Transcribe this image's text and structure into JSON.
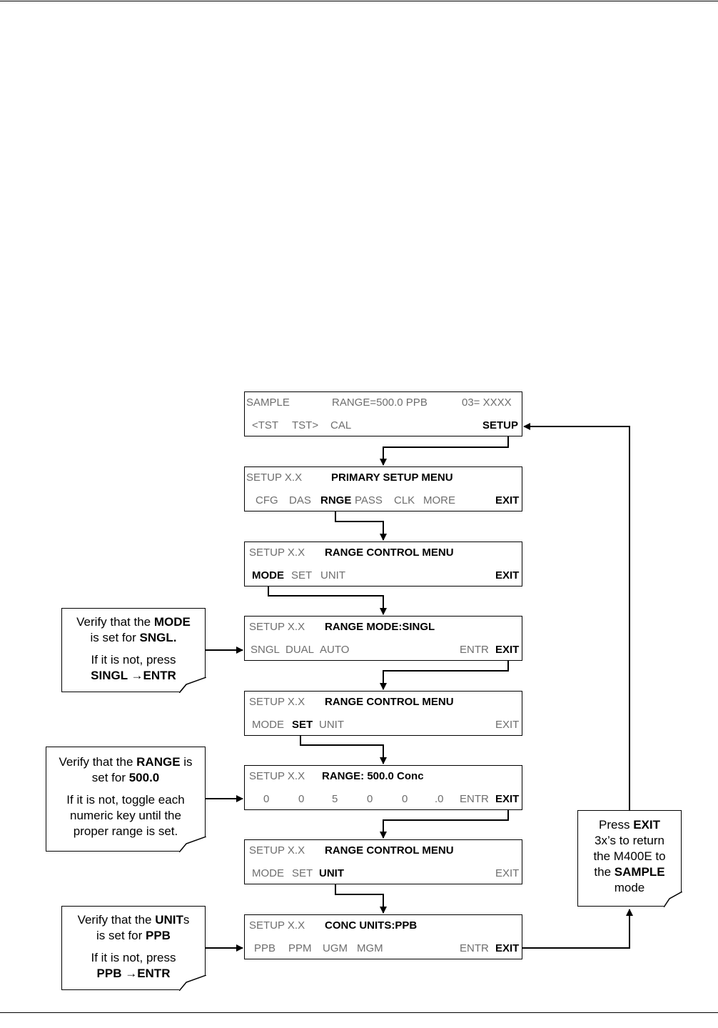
{
  "screens": [
    {
      "top_left": "SAMPLE",
      "top_mid": "RANGE=500.0 PPB",
      "top_right": "03= XXXX",
      "keys": [
        "<TST",
        "TST>",
        "CAL"
      ],
      "right_key": "SETUP"
    },
    {
      "top_left": "SETUP X.X",
      "title": "PRIMARY SETUP MENU",
      "keys": [
        "CFG",
        "DAS",
        "RNGE",
        "PASS",
        "CLK",
        "MORE"
      ],
      "right_key": "EXIT"
    },
    {
      "top_left": "SETUP X.X",
      "title": "RANGE CONTROL MENU",
      "keys": [
        "MODE",
        "SET",
        "UNIT"
      ],
      "right_key": "EXIT"
    },
    {
      "top_left": "SETUP X.X",
      "title": "RANGE MODE:SINGL",
      "keys": [
        "SNGL",
        "DUAL",
        "AUTO"
      ],
      "entr": "ENTR",
      "right_key": "EXIT"
    },
    {
      "top_left": "SETUP X.X",
      "title": "RANGE CONTROL MENU",
      "keys": [
        "MODE",
        "SET",
        "UNIT"
      ],
      "right_key": "EXIT"
    },
    {
      "top_left": "SETUP X.X",
      "title": "RANGE: 500.0 Conc",
      "keys": [
        "0",
        "0",
        "5",
        "0",
        "0",
        ".0"
      ],
      "entr": "ENTR",
      "right_key": "EXIT"
    },
    {
      "top_left": "SETUP X.X",
      "title": "RANGE CONTROL MENU",
      "keys": [
        "MODE",
        "SET",
        "UNIT"
      ],
      "right_key": "EXIT"
    },
    {
      "top_left": "SETUP X.X",
      "title": "CONC UNITS:PPB",
      "keys": [
        "PPB",
        "PPM",
        "UGM",
        "MGM"
      ],
      "entr": "ENTR",
      "right_key": "EXIT"
    }
  ],
  "notes": {
    "mode": {
      "l1a": "Verify that the ",
      "l1b": "MODE",
      "l2a": "is set for ",
      "l2b": "SNGL",
      "l3": "If it is not, press",
      "l4": "SINGL →ENTR"
    },
    "range": {
      "l1a": "Verify that the ",
      "l1b": "RANGE",
      "l1c": " is",
      "l2a": "set for ",
      "l2b": "500.0",
      "l3": "If it is not, toggle each",
      "l4": "numeric key until the",
      "l5": "proper range is set."
    },
    "units": {
      "l1a": "Verify that the ",
      "l1b": "UNIT",
      "l1c": "s",
      "l2a": "is set for ",
      "l2b": "PPB",
      "l3": "If it is not, press",
      "l4": "PPB →ENTR"
    },
    "exit": {
      "l1a": "Press ",
      "l1b": "EXIT",
      "l2": "3x’s to return",
      "l3": "the M400E to",
      "l4a": "the ",
      "l4b": "SAMPLE",
      "l5": "mode"
    }
  }
}
